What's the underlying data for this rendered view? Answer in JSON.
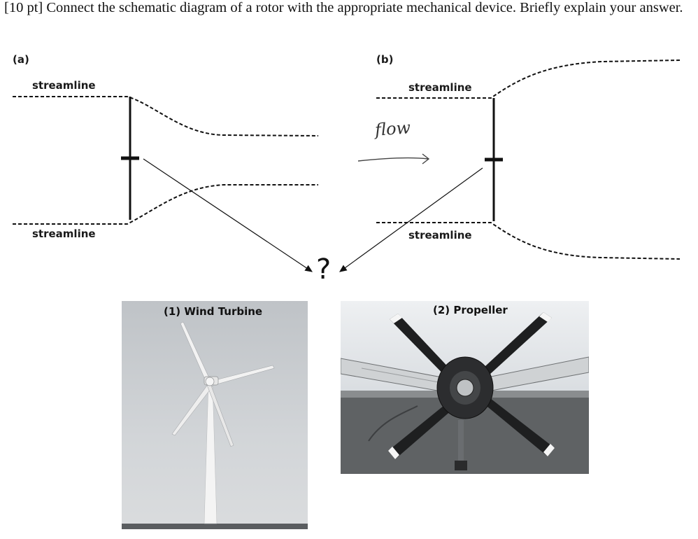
{
  "question": {
    "text": "[10 pt] Connect the schematic diagram of a rotor with the appropriate mechanical device. Briefly explain your answer."
  },
  "diagram_a": {
    "panel_label": "(a)",
    "top_label": "streamline",
    "bottom_label": "streamline"
  },
  "diagram_b": {
    "panel_label": "(b)",
    "top_label": "streamline",
    "bottom_label": "streamline",
    "flow_label": "flow"
  },
  "connector": {
    "symbol": "?"
  },
  "photos": {
    "wind_turbine": {
      "title": "(1) Wind Turbine"
    },
    "propeller": {
      "title": "(2) Propeller"
    }
  },
  "colors": {
    "ink": "#111111",
    "sky_turbine": "#c9cdd0",
    "sky_propeller": "#dfe3e6"
  }
}
